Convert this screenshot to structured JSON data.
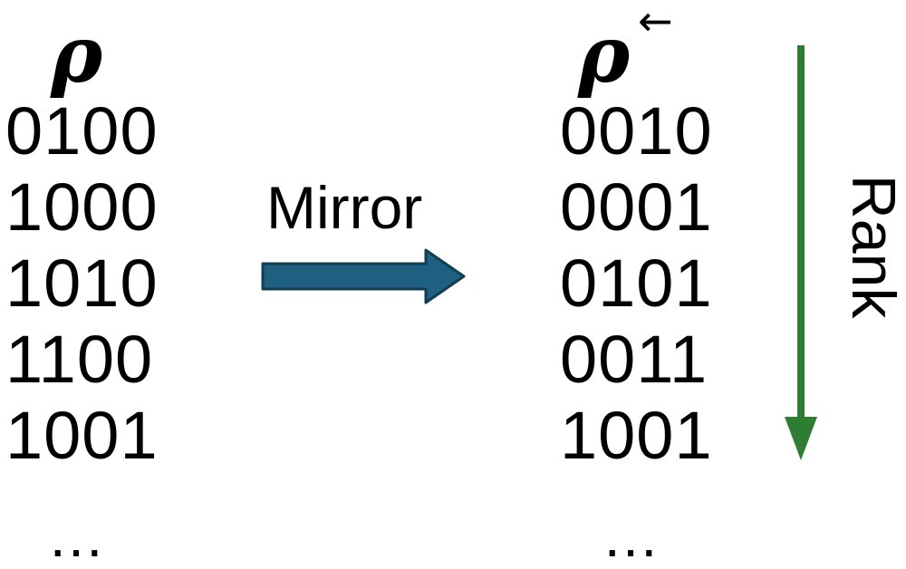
{
  "left": {
    "symbol": "ρ",
    "rows": [
      "0100",
      "1000",
      "1010",
      "1100",
      "1001"
    ],
    "ellipsis": "…"
  },
  "right": {
    "symbol": "ρ",
    "superscript": "←",
    "rows": [
      "0010",
      "0001",
      "0101",
      "0011",
      "1001"
    ],
    "ellipsis": "…"
  },
  "mirror": {
    "label": "Mirror",
    "arrow_color": "#1f5f7f"
  },
  "rank": {
    "label": "Rank",
    "arrow_color": "#2e7d32"
  }
}
